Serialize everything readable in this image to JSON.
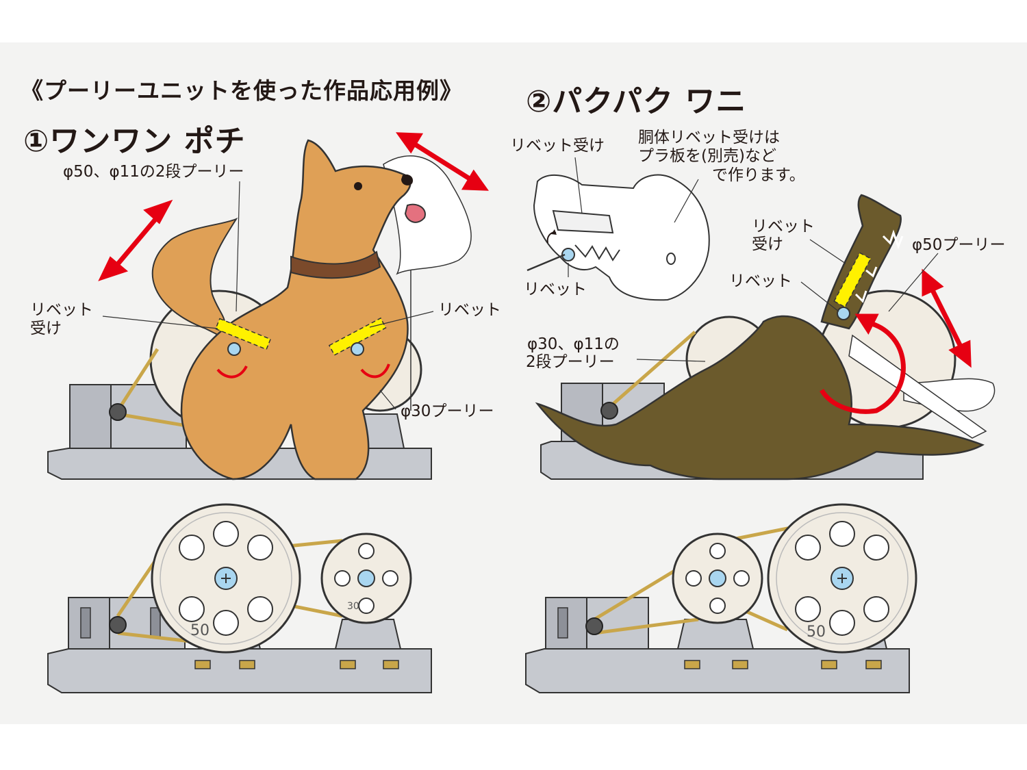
{
  "title": "《プーリーユニットを使った作品応用例》",
  "section1": {
    "heading": "①ワンワン ポチ",
    "labels": {
      "two_stage_pulley": "φ50、φ11の2段プーリー",
      "rivet_receiver_1": "リベット",
      "rivet_receiver_2": "受け",
      "rivet": "リベット",
      "pulley30": "φ30プーリー"
    },
    "pulley_numbers": {
      "large": "50",
      "small": "30"
    }
  },
  "section2": {
    "heading": "②パクパク ワニ",
    "labels": {
      "rivet_receiver_top": "リベット受け",
      "note_1": "胴体リベット受けは",
      "note_2": "プラ板を(別売)など",
      "note_3": "で作ります。",
      "rivet_small": "リベット",
      "rivet_receiver_a": "リベット",
      "rivet_receiver_b": "受け",
      "pulley50": "φ50プーリー",
      "rivet_jaw": "リベット",
      "two_stage_a": "φ30、φ11の",
      "two_stage_b": "2段プーリー"
    },
    "pulley_numbers": {
      "large": "50"
    }
  },
  "colors": {
    "panel": "#f3f3f2",
    "dog": "#dfa056",
    "collar": "#7b4a2b",
    "croc": "#6b5a2c",
    "pulley": "#f1ece2",
    "base": "#c6c9cf",
    "belt": "#c9a64a",
    "arrow": "#e60012",
    "highlight": "#fff100"
  }
}
